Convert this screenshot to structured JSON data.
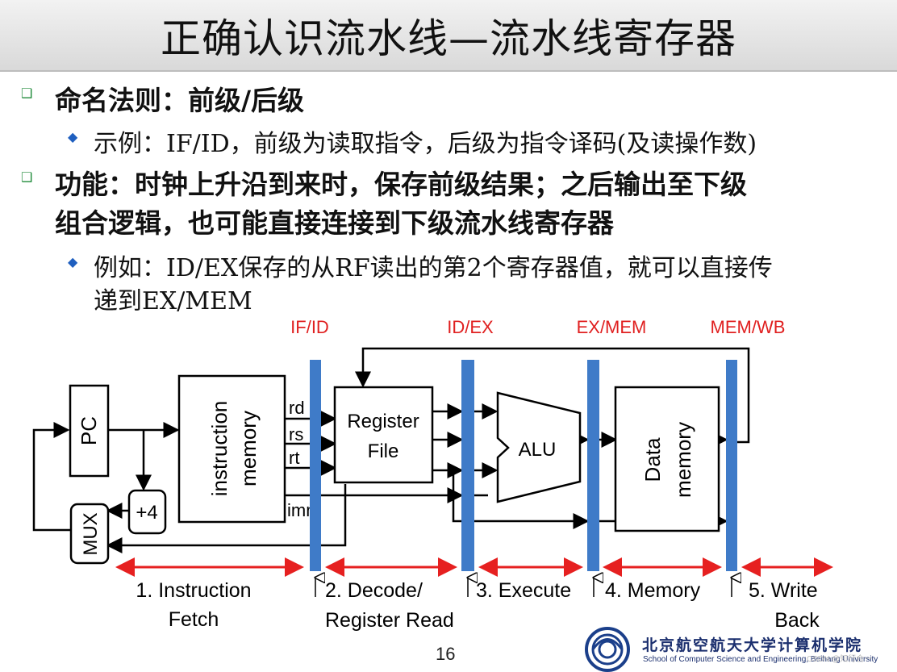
{
  "title": "正确认识流水线—流水线寄存器",
  "bullets": [
    {
      "text": "命名法则：前级/后级",
      "sub": [
        "示例：IF/ID，前级为读取指令，后级为指令译码(及读操作数)"
      ]
    },
    {
      "text": "功能：时钟上升沿到来时，保存前级结果；之后输出至下级",
      "text2": "组合逻辑，也可能直接连接到下级流水线寄存器",
      "sub": [
        "例如：ID/EX保存的从RF读出的第2个寄存器值，就可以直接传",
        "递到EX/MEM"
      ]
    }
  ],
  "diagram": {
    "registers": [
      "IF/ID",
      "ID/EX",
      "EX/MEM",
      "MEM/WB"
    ],
    "blocks": {
      "pc": "PC",
      "imem1": "instruction",
      "imem2": "memory",
      "rf1": "Register",
      "rf2": "File",
      "alu": "ALU",
      "dmem1": "Data",
      "dmem2": "memory",
      "mux": "MUX",
      "plus4": "+4"
    },
    "signals": [
      "rd",
      "rs",
      "rt",
      "imm"
    ],
    "stages": [
      {
        "line1": "1. Instruction",
        "line2": "Fetch"
      },
      {
        "line1": "2. Decode/",
        "line2": "Register Read"
      },
      {
        "line1": "3. Execute",
        "line2": ""
      },
      {
        "line1": "4. Memory",
        "line2": ""
      },
      {
        "line1": "5. Write",
        "line2": "Back"
      }
    ],
    "colors": {
      "register": "#3f7bc8",
      "stage_arrow": "#e62020",
      "reg_label": "#e02020"
    }
  },
  "footer": {
    "page": "16",
    "logo_cn": "北京航空航天大学计算机学院",
    "logo_en": "School of Computer Science and Engineering, Beihang University",
    "watermark": "CSDN @知行合一"
  }
}
